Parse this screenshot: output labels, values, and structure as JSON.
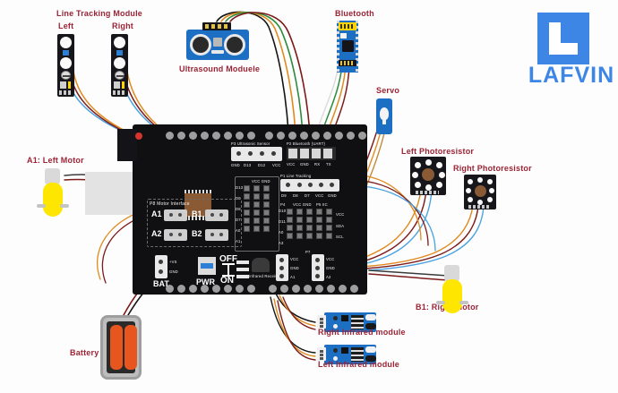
{
  "brand": {
    "name": "LAFVIN",
    "color": "#3e86e6",
    "logo_icon": "lafvin-logo-icon"
  },
  "labels": {
    "line_tracking_title": "Line Tracking Module",
    "line_tracking_left": "Left",
    "line_tracking_right": "Right",
    "ultrasound": "Ultrasound Moduele",
    "bluetooth": "Bluetooth",
    "servo": "Servo",
    "left_photoresistor": "Left Photoresistor",
    "right_photoresistor": "Right Photoresistor",
    "left_motor": "A1: Left Motor",
    "right_motor": "B1: Right Motor",
    "battery": "Battery",
    "right_infrared": "Right Infrared module",
    "left_infrared": "Left Infrared module"
  },
  "board": {
    "headers": [
      {
        "id": "p3",
        "title": "P3 Ultrasonic Sensor",
        "pins": [
          "GND",
          "D13",
          "D12",
          "VCC"
        ]
      },
      {
        "id": "p2",
        "title": "P2  Bluetooth (UART)",
        "pins": [
          "VCC",
          "GND",
          "RX",
          "TX"
        ]
      },
      {
        "id": "p1",
        "title": "P1 Line Tracking",
        "pins": [
          "D9",
          "D8",
          "D7",
          "VCC",
          "GND"
        ]
      },
      {
        "id": "p8",
        "title": "P8 Motor Interface",
        "pins": [
          "A1",
          "B1",
          "A2",
          "B2"
        ]
      },
      {
        "id": "p4",
        "title": "P4",
        "pins": [
          "VCC",
          "GND"
        ]
      },
      {
        "id": "p5",
        "title": "P5 IIC",
        "pins": [
          "VCC",
          "SDA",
          "SCL"
        ]
      },
      {
        "id": "p7",
        "title": "P7",
        "pins": [
          "VCC",
          "GND",
          "A1",
          "A2"
        ]
      }
    ],
    "left_rail_pins": [
      "D13",
      "D9",
      "D8",
      "D7",
      "A0",
      "A1"
    ],
    "mid_rail_pins": [
      "D10",
      "D11",
      "A0",
      "A3"
    ],
    "vcc_gnd_label": "VCC GND",
    "power": {
      "bat_label": "BAT",
      "bat_pins": [
        "+VS",
        "GND"
      ],
      "pwr_label": "PWR",
      "switch_off": "OFF",
      "switch_on": "ON",
      "ir_receiver": "Infrared  Receiver"
    },
    "motor_interface": {
      "a1": "A1",
      "b1": "B1",
      "a2": "A2",
      "b2": "B2"
    }
  },
  "colors": {
    "label_red": "#9b2335",
    "label_blue": "#1b4f9c",
    "board_black": "#101013",
    "pcb_blue": "#1d6fc4",
    "motor_yellow": "#ffe600",
    "battery_orange": "#e8561f",
    "wire_red": "#8e1d1d",
    "wire_orange": "#e08a1e",
    "wire_black": "#141414",
    "wire_green": "#2e8b3d",
    "wire_blue": "#4aa3e0",
    "wire_gray": "#8a8a8a"
  }
}
